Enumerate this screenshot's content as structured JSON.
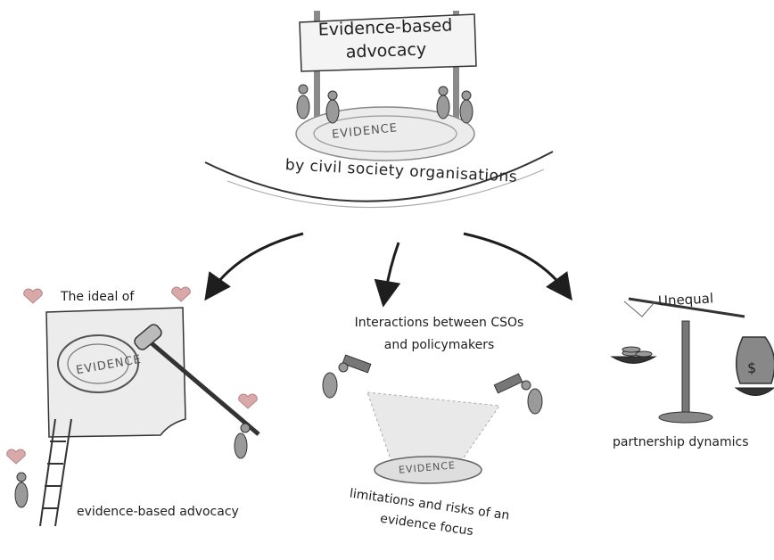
{
  "banner": {
    "line1": "Evidence-based",
    "line2": "advocacy"
  },
  "subtitle": "by civil society organisations",
  "ideal_title": "The ideal of",
  "ideal_caption": "evidence-based advocacy",
  "interactions_title": "Interactions between CSOs and policymakers",
  "limitations_caption": "limitations and risks of an evidence focus",
  "scale_label": "Unequal",
  "partnership_caption": "partnership dynamics",
  "stamp_text": "EVIDENCE",
  "dollar_sign": "$",
  "colors": {
    "ink": "#1e1e1e",
    "heart": "#d9a8a8",
    "shadow": "#cfcfcf"
  },
  "icons": [
    "heart-icon",
    "ladder-icon",
    "paint-roller-icon",
    "spotlight-icon",
    "balance-scale-icon",
    "money-bag-icon",
    "coin-stack-icon",
    "arrow-icon"
  ]
}
